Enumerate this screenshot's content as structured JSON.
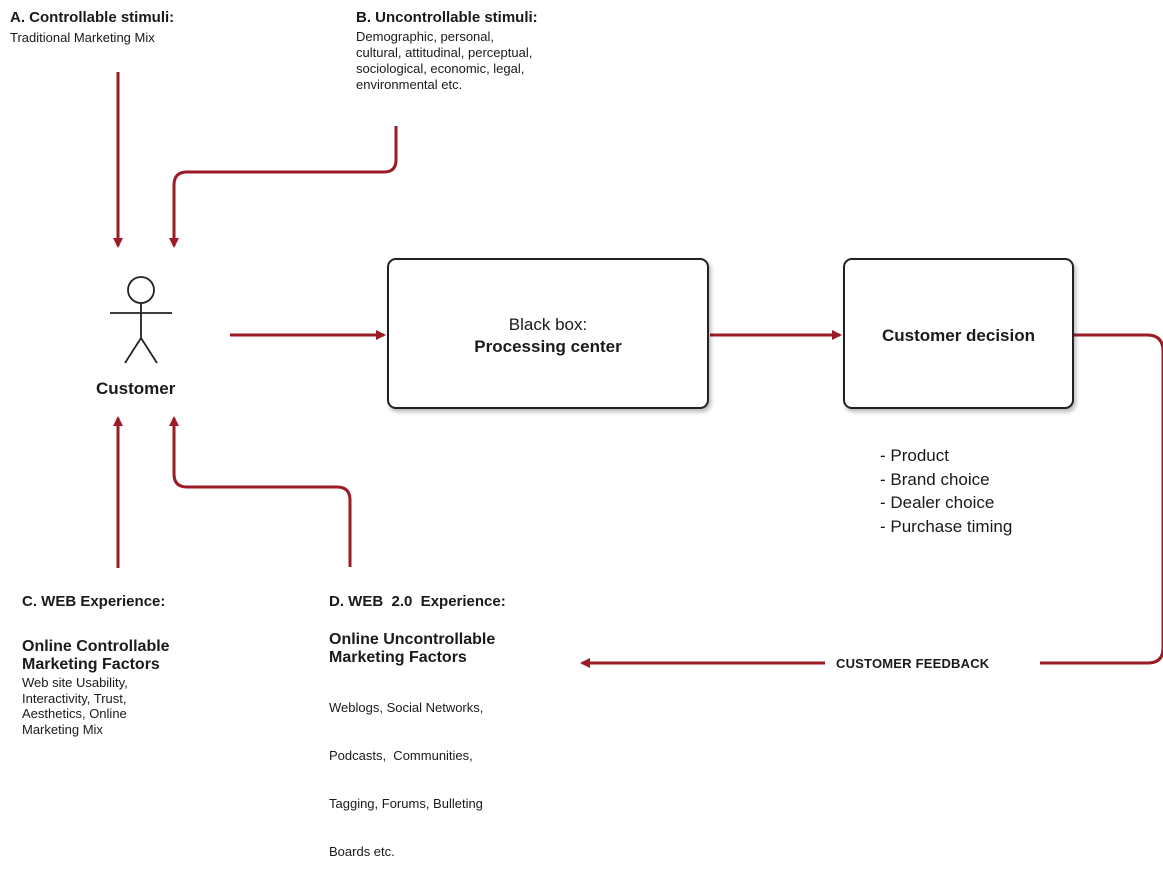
{
  "stimuli_a": {
    "title": "A. Controllable stimuli:",
    "body": "Traditional Marketing Mix"
  },
  "stimuli_b": {
    "title": "B. Uncontrollable stimuli:",
    "lines": [
      "Demographic, personal,",
      "cultural, attitudinal, perceptual,",
      "sociological, economic, legal,",
      "environmental etc."
    ]
  },
  "customer": {
    "label": "Customer"
  },
  "black_box": {
    "line1": "Black box:",
    "line2": "Processing center"
  },
  "decision": {
    "label": "Customer decision",
    "options": [
      "- Product",
      "- Brand choice",
      "- Dealer choice",
      "- Purchase timing"
    ]
  },
  "web_c": {
    "title": "C. WEB Experience:",
    "subtitle_lines": [
      "Online Controllable",
      "Marketing Factors"
    ],
    "body_lines": [
      "Web site Usability,",
      "Interactivity, Trust,",
      "Aesthetics, Online",
      "Marketing Mix"
    ]
  },
  "web_d": {
    "title": "D. WEB  2.0  Experience:",
    "subtitle_lines": [
      "Online Uncontrollable",
      "Marketing Factors"
    ],
    "body_lines": [
      "Weblogs, Social Networks,",
      "Podcasts,  Communities,",
      "Tagging, Forums, Bulleting",
      "Boards etc."
    ]
  },
  "feedback": {
    "label": "CUSTOMER FEEDBACK"
  },
  "colors": {
    "arrow": "#9b1c24",
    "box_border": "#222222",
    "text": "#1a1a1a"
  }
}
